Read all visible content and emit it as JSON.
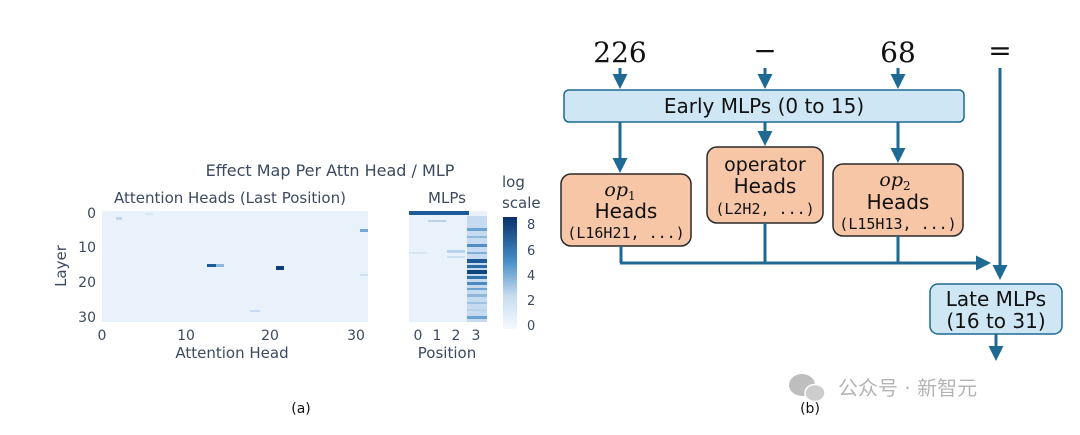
{
  "panel_a": {
    "title": "Effect Map Per Attn Head / MLP",
    "heads_title": "Attention Heads (Last Position)",
    "mlps_title": "MLPs",
    "ylabel": "Layer",
    "heads_xlabel": "Attention Head",
    "mlps_xlabel": "Position",
    "y_ticks": [
      "0",
      "10",
      "20",
      "30"
    ],
    "heads_x_ticks": [
      "0",
      "10",
      "20",
      "30"
    ],
    "mlps_x_ticks": [
      "0",
      "1",
      "2",
      "3"
    ],
    "colorbar_label_line1": "log",
    "colorbar_label_line2": "scale",
    "colorbar_ticks": [
      "8",
      "6",
      "4",
      "2",
      "0"
    ],
    "caption": "(a)",
    "colors": {
      "low": "#eaf3fb",
      "high": "#08306b"
    }
  },
  "panel_b": {
    "tokens": [
      "226",
      "−",
      "68",
      "="
    ],
    "early_mlps": "Early MLPs (0 to 15)",
    "op1": {
      "op": "op",
      "sub": "1",
      "line2": "Heads",
      "line3": "(L16H21, ...)"
    },
    "operator": {
      "line1": "operator",
      "line2": "Heads",
      "line3": "(L2H2, ...)"
    },
    "op2": {
      "op": "op",
      "sub": "2",
      "line2": "Heads",
      "line3": "(L15H13, ...)"
    },
    "late_mlps_line1": "Late MLPs",
    "late_mlps_line2": "(16 to 31)",
    "caption": "(b)",
    "colors": {
      "arrow": "#1f6a92",
      "mlp_fill": "#cfe6f5",
      "head_fill": "#f6c6a6"
    }
  },
  "watermark": "公众号 · 新智元"
}
